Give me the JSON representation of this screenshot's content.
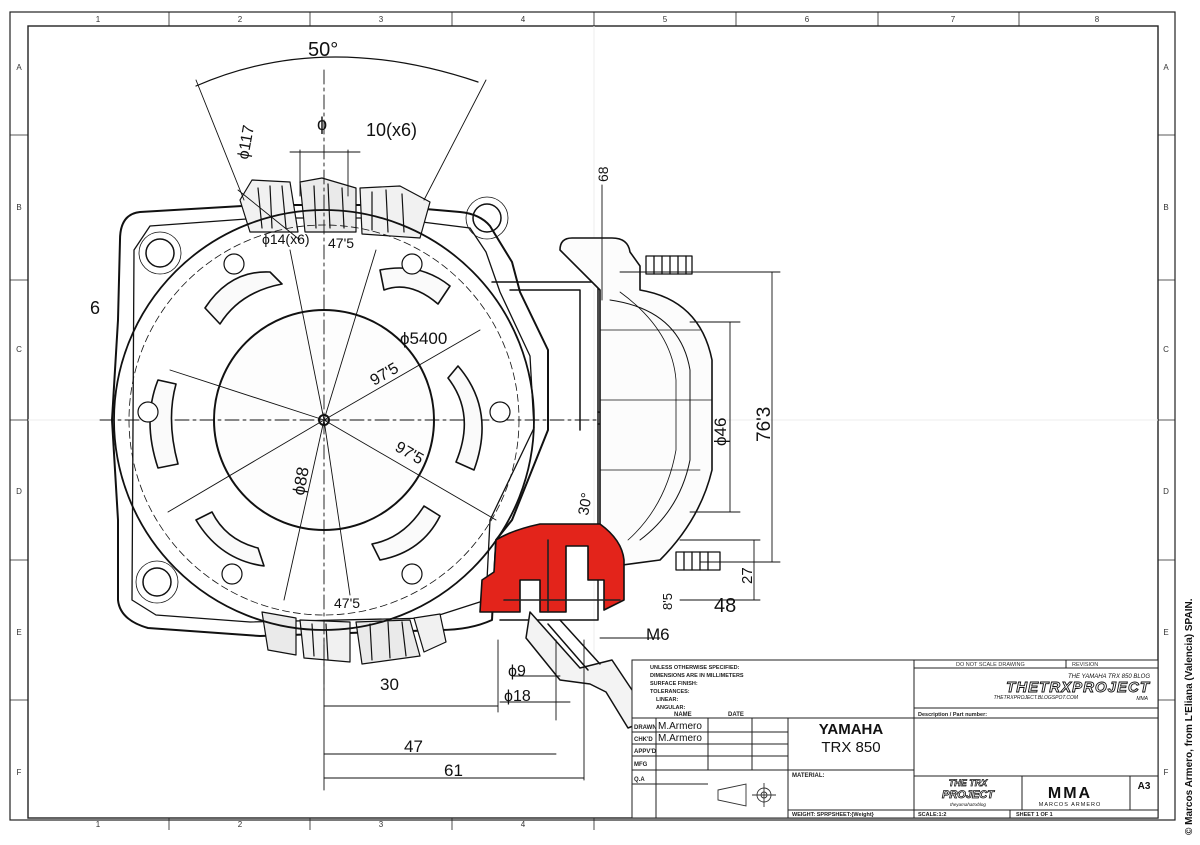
{
  "border": {
    "top_zones": [
      "1",
      "2",
      "3",
      "4",
      "5",
      "6",
      "7",
      "8"
    ],
    "bottom_zones": [
      "1",
      "2",
      "3",
      "4"
    ],
    "side_zones": [
      "A",
      "B",
      "C",
      "D",
      "E",
      "F"
    ]
  },
  "dimensions": {
    "angle": "50°",
    "phi": "ϕ",
    "dia_117": "ϕ117",
    "spacing": "10(x6)",
    "holes": "ϕ14(x6)",
    "r475_top": "47'5",
    "r475_bottom": "47'5",
    "six": "6",
    "dia_5400": "ϕ5400",
    "r975_a": "97'5",
    "r975_b": "97'5",
    "dia_88": "ϕ88",
    "d68": "68",
    "dia_46": "ϕ46",
    "d763": "76'3",
    "angle_30": "30°",
    "d27": "27",
    "d85": "8'5",
    "d48": "48",
    "m6": "M6",
    "dia_9": "ϕ9",
    "dia_18": "ϕ18",
    "d30": "30",
    "d47": "47",
    "d61": "61"
  },
  "title_block": {
    "notes": [
      "UNLESS OTHERWISE SPECIFIED:",
      "DIMENSIONS ARE IN MILLIMETERS",
      "SURFACE FINISH:",
      "TOLERANCES:",
      "LINEAR:",
      "ANGULAR:"
    ],
    "col_name": "NAME",
    "col_date": "DATE",
    "rows": [
      {
        "label": "DRAWN",
        "name": "M.Armero"
      },
      {
        "label": "CHK'D",
        "name": "M.Armero"
      },
      {
        "label": "APPV'D",
        "name": ""
      },
      {
        "label": "MFG",
        "name": ""
      },
      {
        "label": "Q.A",
        "name": ""
      }
    ],
    "title_line1": "YAMAHA",
    "title_line2": "TRX 850",
    "material": "MATERIAL:",
    "weight": "WEIGHT: SPRPSHEET:{Weight}",
    "do_not_scale": "DO NOT SCALE DRAWING",
    "revision": "REVISION",
    "logo_tagline": "THE YAMAHA TRX 850 BLOG",
    "logo_main": "THETRXPROJECT",
    "logo_url": "THETRXPROJECT.BLOGSPOT.COM",
    "logo_small": "MMA",
    "description": "Description / Part number:",
    "logo2_top": "THE TRX",
    "logo2_main": "PROJECT",
    "logo2_sub": "theyamahatrxblog",
    "brand_mark": "MMA",
    "brand_name": "MARCOS ARMERO",
    "sheet_size": "A3",
    "scale": "SCALE:1:2",
    "sheet": "SHEET 1 OF 1"
  },
  "copyright": "© Marcos Armero, from L'Eliana (Valencia) SPAIN."
}
